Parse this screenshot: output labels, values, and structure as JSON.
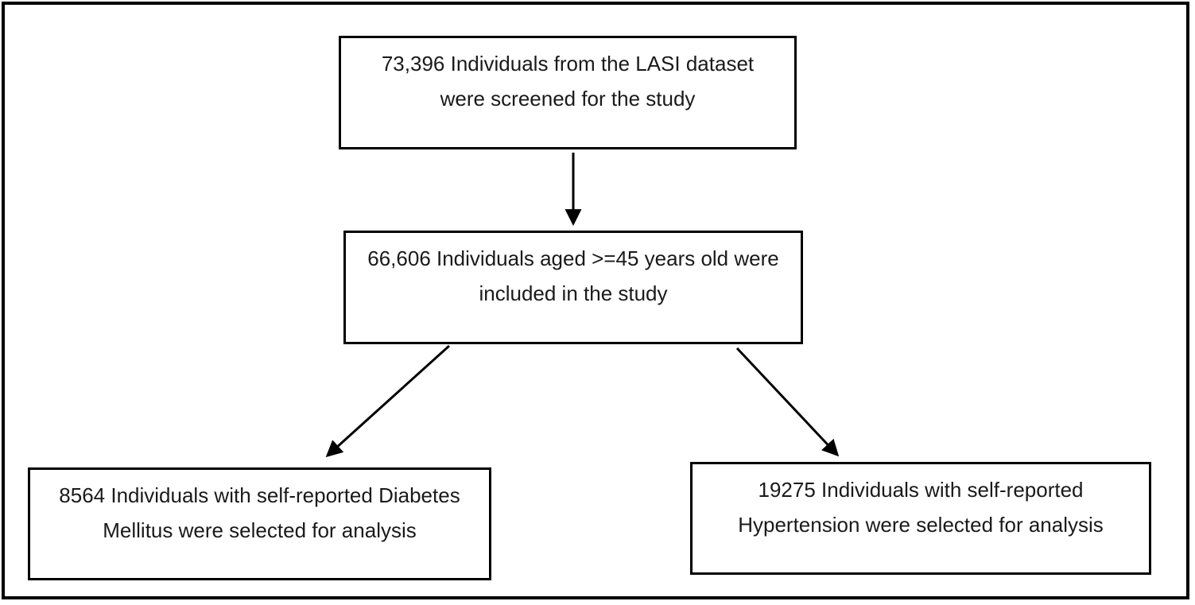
{
  "diagram": {
    "title_semantic": "LASI study participant selection flowchart",
    "colors": {
      "border": "#000000",
      "text": "#1a1a1a",
      "background": "#ffffff"
    },
    "nodes": [
      {
        "id": "screened",
        "line1": "73,396 Individuals from the LASI dataset",
        "line2": "were screened for the study"
      },
      {
        "id": "included",
        "line1": "66,606 Individuals aged >=45 years old were",
        "line2": "included in the study"
      },
      {
        "id": "diabetes",
        "line1": "8564 Individuals with self-reported Diabetes",
        "line2": "Mellitus were selected for analysis"
      },
      {
        "id": "hypertension",
        "line1": "19275 Individuals with self-reported",
        "line2": "Hypertension were selected for analysis"
      }
    ],
    "edges": [
      {
        "from": "screened",
        "to": "included"
      },
      {
        "from": "included",
        "to": "diabetes"
      },
      {
        "from": "included",
        "to": "hypertension"
      }
    ]
  }
}
